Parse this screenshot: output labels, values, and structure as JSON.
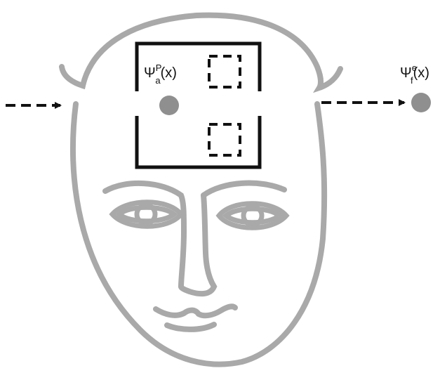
{
  "labels": {
    "inner": {
      "symbol": "Ψ",
      "sup": "P",
      "sub": "a",
      "arg": "(x)"
    },
    "outer": {
      "symbol": "Ψ",
      "sup": "e",
      "sub": "f",
      "arg": "(x)"
    }
  },
  "colors": {
    "line": "#111111",
    "face": "#a9a9a9",
    "dot": "#8f8f8f"
  }
}
